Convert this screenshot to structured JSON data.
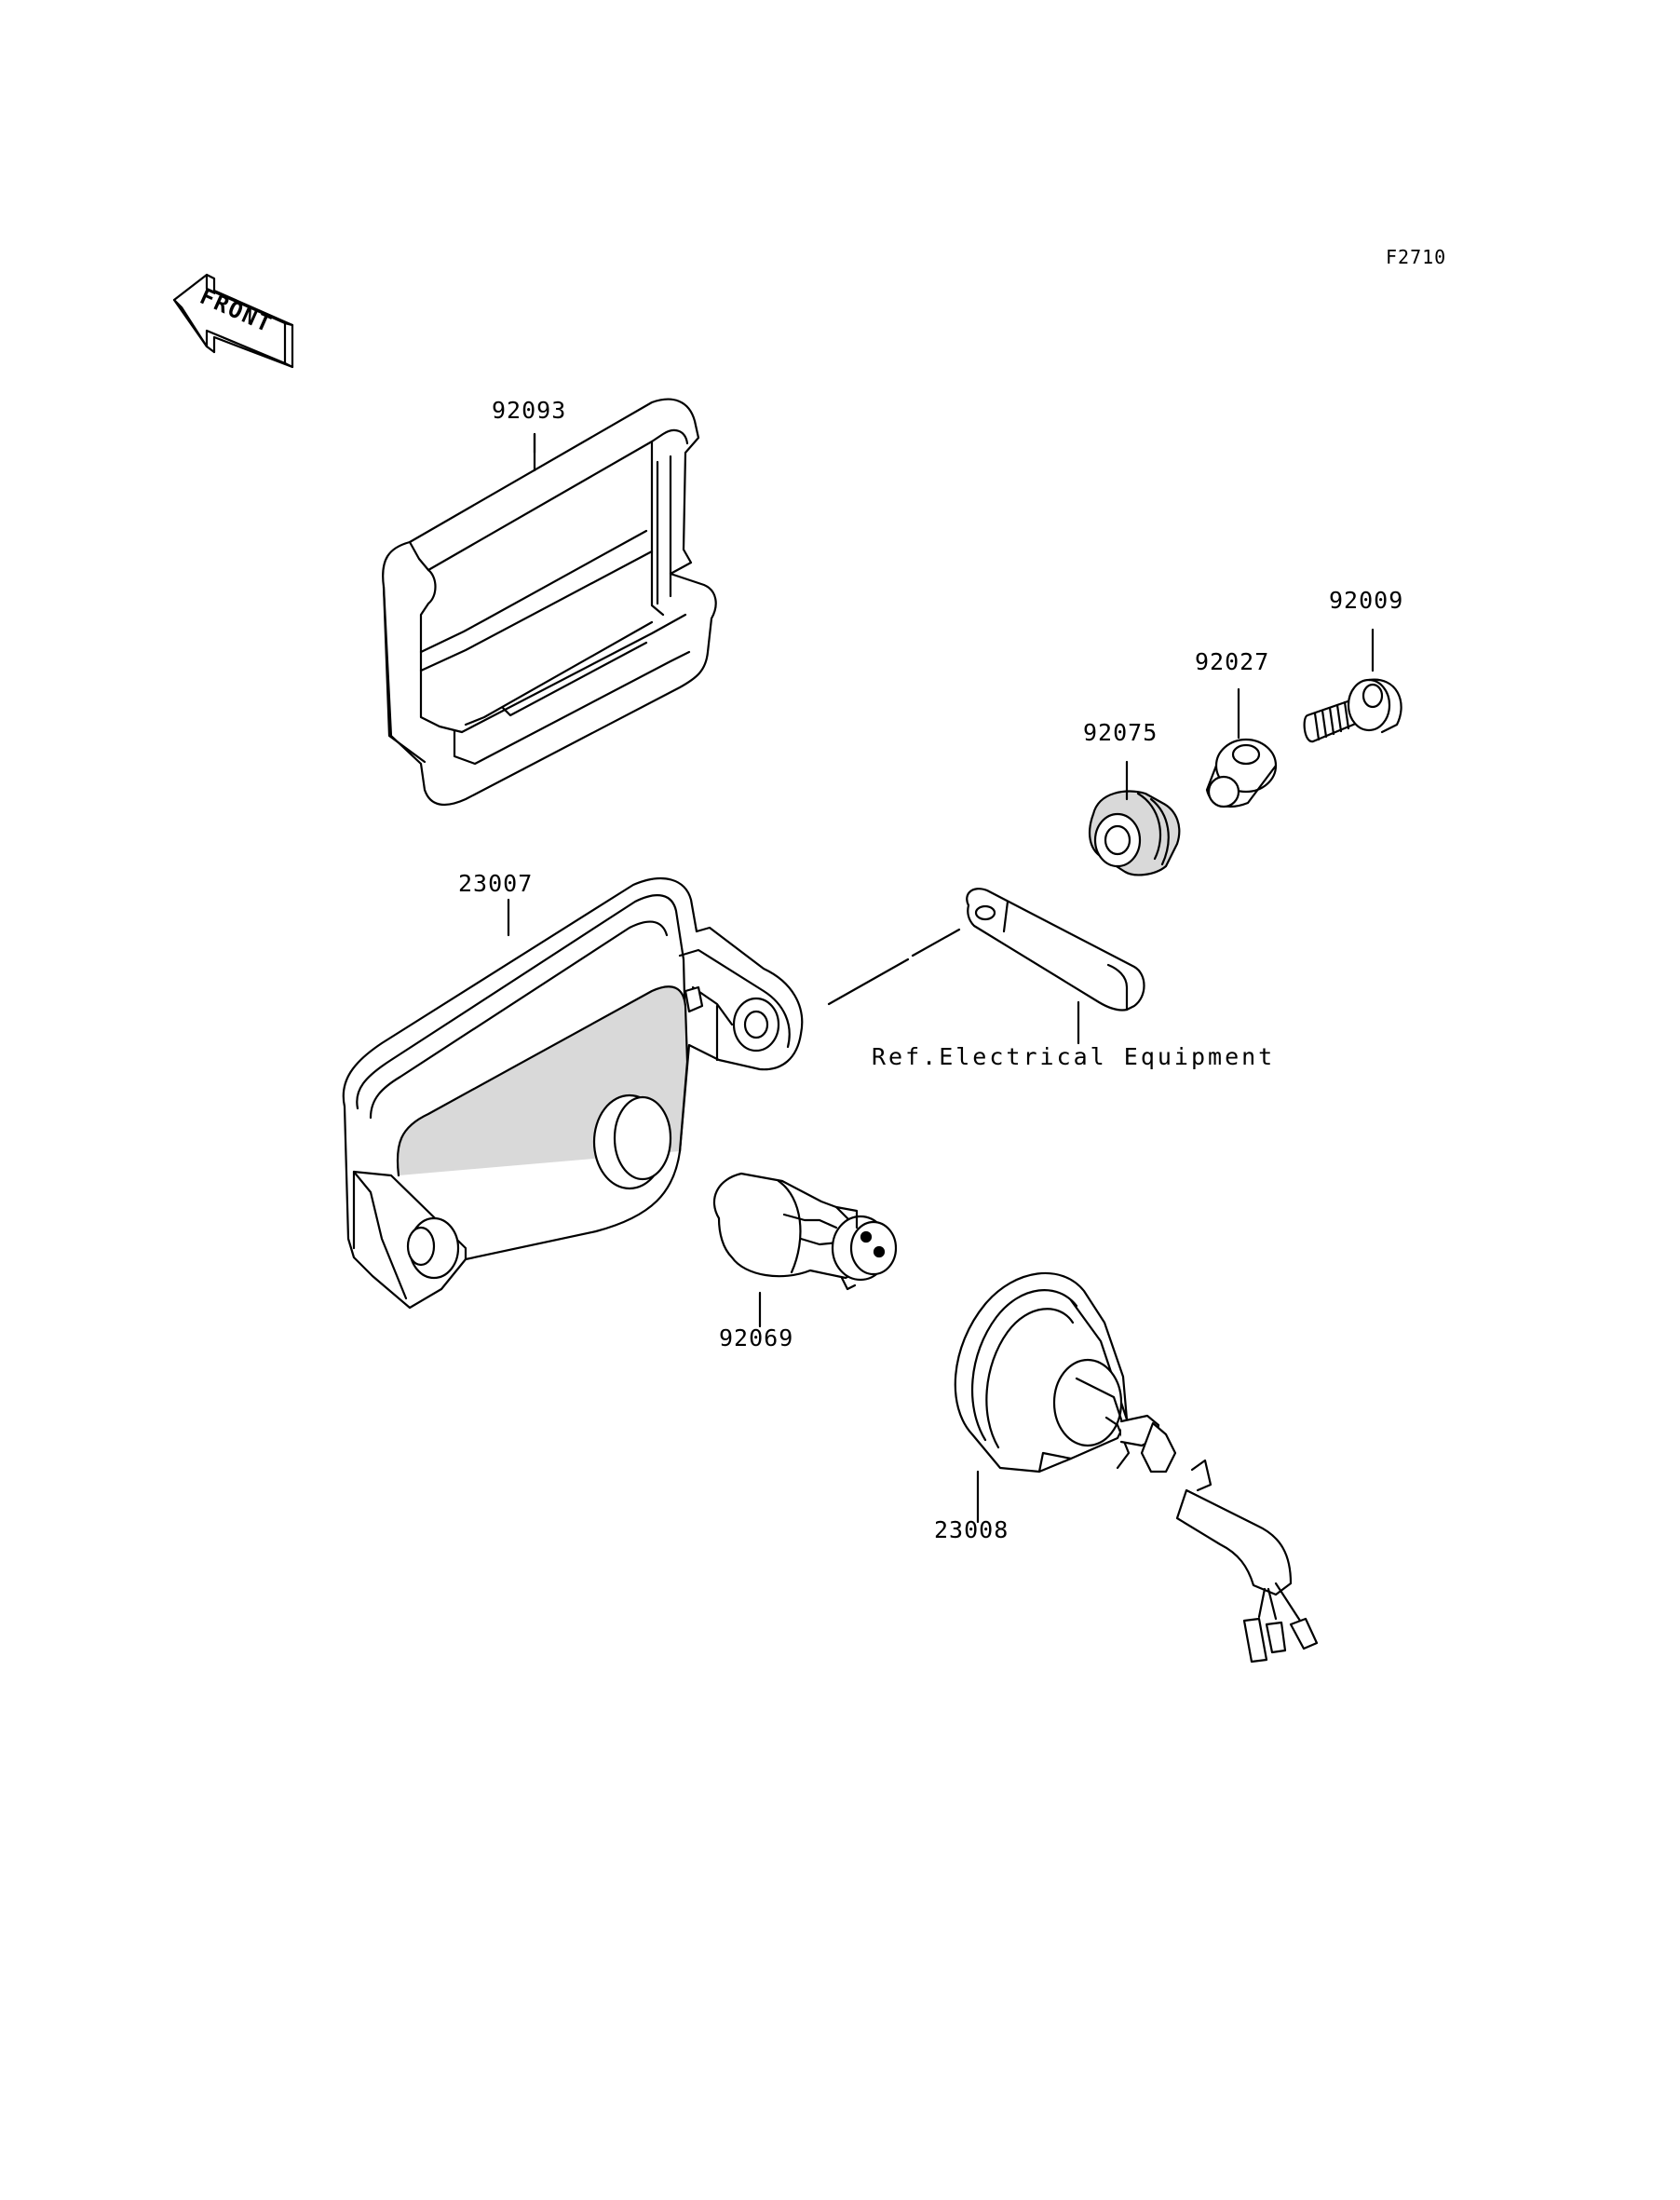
{
  "figure_code": "F2710",
  "front_arrow_text": "FRONT",
  "parts": [
    {
      "part_number": "92093",
      "depicts": "frame"
    },
    {
      "part_number": "92009",
      "depicts": "bolt"
    },
    {
      "part_number": "92027",
      "depicts": "collar"
    },
    {
      "part_number": "92075",
      "depicts": "grommet"
    },
    {
      "part_number": "23007",
      "depicts": "lamp assembly"
    },
    {
      "part_number": "92069",
      "depicts": "bulb"
    },
    {
      "part_number": "23008",
      "depicts": "socket with wiring"
    }
  ],
  "reference_note": "Ref.Electrical Equipment",
  "colors": {
    "line": "#000000",
    "fill": "#ffffff",
    "shade": "#d9d9d9"
  }
}
